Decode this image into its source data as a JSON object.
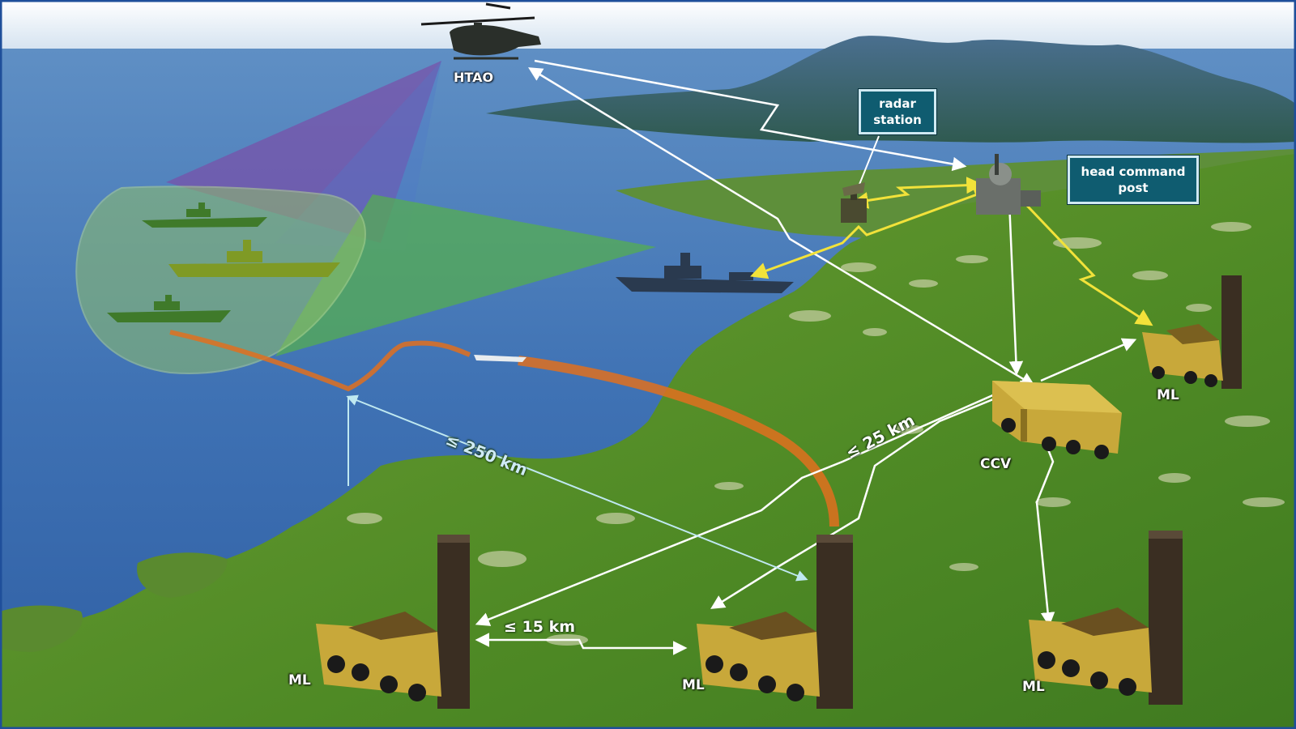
{
  "labels": {
    "aircraft": "HTAO",
    "radar_station_line1": "radar",
    "radar_station_line2": "station",
    "head_command_post_line1": "head command",
    "head_command_post_line2": "post",
    "ccv": "CCV",
    "ml_right": "ML",
    "ml_left": "ML",
    "ml_center": "ML",
    "ml_bottom_right": "ML"
  },
  "distances": {
    "missile_range": "≤ 250 km",
    "command_range": "≤ 25 km",
    "launcher_spacing": "≤ 15 km"
  },
  "colors": {
    "sea": "#3a6fb0",
    "land": "#5a8f2a",
    "radio_link_white": "#ffffff",
    "radio_link_yellow": "#f2e23a",
    "missile_trajectory": "#e0701e",
    "label_box_fill": "#0f5c70",
    "radar_sector_purple": "#7a4fa8",
    "radar_sector_green": "#56b04a"
  },
  "icons": {
    "aircraft": "helicopter-icon",
    "ship": "warship-icon",
    "launcher": "missile-launcher-truck-icon",
    "ccv": "command-vehicle-icon",
    "radar": "radar-antenna-icon",
    "command_post": "command-post-icon",
    "missile": "cruise-missile-icon"
  }
}
